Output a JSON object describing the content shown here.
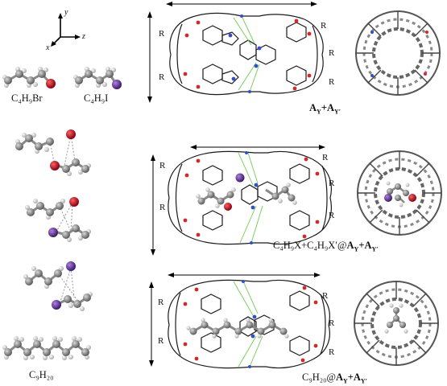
{
  "axes": {
    "x": "x",
    "y": "y",
    "z": "z"
  },
  "substituent": "R",
  "molecules": {
    "butyl_bromide": "C₄H₉Br",
    "butyl_iodide": "C₄H₉I",
    "nonane": "C₉H₂₀"
  },
  "captions": {
    "row1": {
      "main": "A",
      "sub1": "Y",
      "plus": "+",
      "main2": "A",
      "sub2": "Y′"
    },
    "row2": {
      "prefix": "C₄H₉X+C₄H₉X′@",
      "main": "A",
      "sub1": "Y",
      "plus": "+",
      "main2": "A",
      "sub2": "Y′"
    },
    "row3": {
      "prefix": "C₉H₂₀@",
      "main": "A",
      "sub1": "Y",
      "plus": "+",
      "main2": "A",
      "sub2": "Y′"
    }
  },
  "colors": {
    "bromine": "#b2182b",
    "iodine": "#6a3d9a",
    "oxygen": "#d62728",
    "nitrogen": "#3050c8",
    "carbon": "#7a7a7a",
    "hydrogen": "#e6e6e6",
    "hbond": "#6ccf4a"
  }
}
